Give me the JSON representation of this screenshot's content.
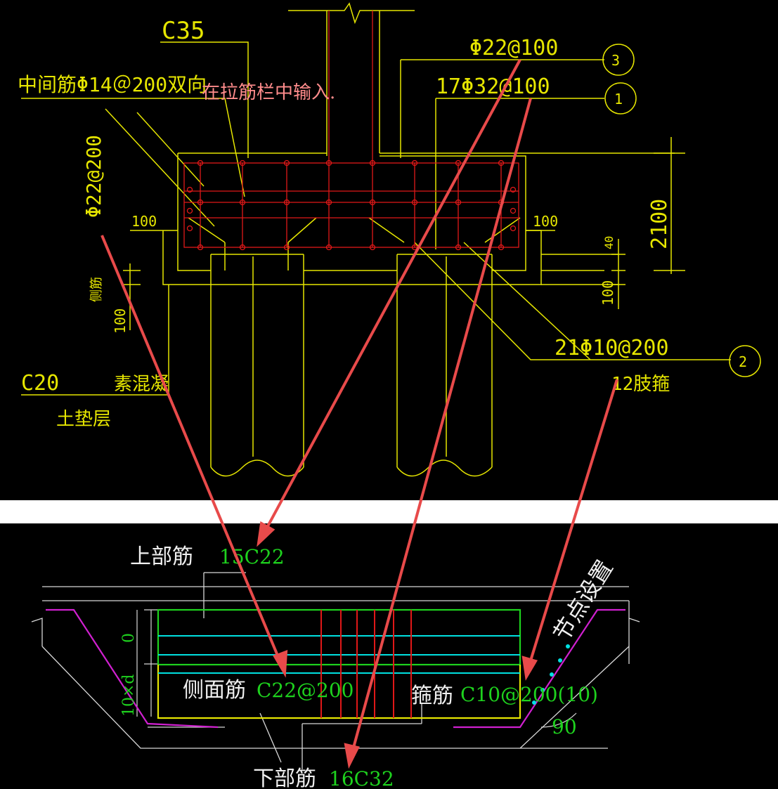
{
  "upper": {
    "concrete_grade": "C35",
    "middle_bar": "中间筋Φ14＠200双向",
    "note_tie_field": "在拉筋栏中输入.",
    "top_bar_spec": "Φ22@100",
    "bottom_bar_spec": "17Φ32@100",
    "side_bar_spec": "Φ22@200",
    "stirrup_spec": "21Φ10@200",
    "stirrup_legs": "12肢箍",
    "callout_3": "3",
    "callout_1": "1",
    "callout_2": "2",
    "dim_100_left": "100",
    "dim_100_right": "100",
    "dim_2100": "2100",
    "dim_40": "40",
    "dim_100_small": "100",
    "dim_100_vertical_left": "100",
    "side_label_vertical": "侧筋",
    "cushion_grade": "C20",
    "plain_concrete": "素混凝",
    "earth_cushion": "土垫层"
  },
  "lower": {
    "top_label": "上部筋",
    "top_value": "15C22",
    "side_label": "侧面筋",
    "side_value": "C22@200",
    "stirrup_label": "箍筋",
    "stirrup_value": "C10@200(10)",
    "bottom_label": "下部筋",
    "bottom_value": "16C32",
    "node_setting": "节点设置",
    "angle": "90",
    "dim_zero": "0",
    "dim_10d": "10×d"
  },
  "colors": {
    "background": "#000000",
    "cad_yellow": "#e6e600",
    "rebar_red": "#e01818",
    "annotation_arrow": "#e84a4a",
    "separator": "#ffffff",
    "lower_green": "#1ed21e",
    "lower_cyan": "#00e0e0",
    "lower_magenta": "#d020d0",
    "lower_white_line": "#d8d8d8"
  }
}
